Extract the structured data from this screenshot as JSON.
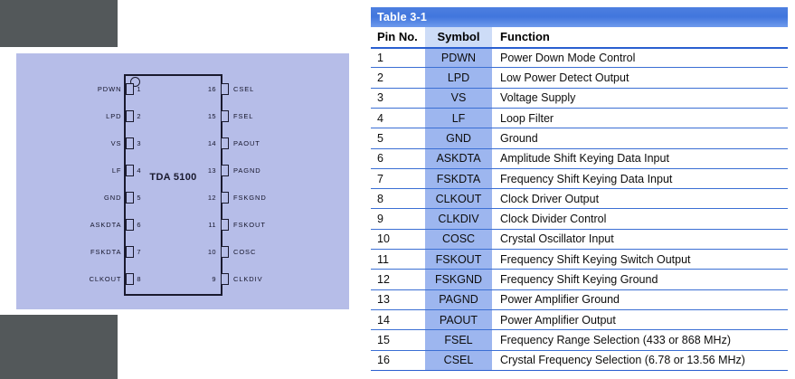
{
  "figure": {
    "chip_label": "TDA 5100",
    "pin1_marker": "pin1-indicator-circle",
    "left_pins": [
      {
        "num": "1",
        "name": "PDWN"
      },
      {
        "num": "2",
        "name": "LPD"
      },
      {
        "num": "3",
        "name": "VS"
      },
      {
        "num": "4",
        "name": "LF"
      },
      {
        "num": "5",
        "name": "GND"
      },
      {
        "num": "6",
        "name": "ASKDTA"
      },
      {
        "num": "7",
        "name": "FSKDTA"
      },
      {
        "num": "8",
        "name": "CLKOUT"
      }
    ],
    "right_pins": [
      {
        "num": "16",
        "name": "CSEL"
      },
      {
        "num": "15",
        "name": "FSEL"
      },
      {
        "num": "14",
        "name": "PAOUT"
      },
      {
        "num": "13",
        "name": "PAGND"
      },
      {
        "num": "12",
        "name": "FSKGND"
      },
      {
        "num": "11",
        "name": "FSKOUT"
      },
      {
        "num": "10",
        "name": "COSC"
      },
      {
        "num": "9",
        "name": "CLKDIV"
      }
    ],
    "colors": {
      "canvas": "#b6bde8",
      "outline": "#1a1a2e",
      "gutter": "#53585a"
    }
  },
  "table": {
    "title": "Table 3-1",
    "headers": {
      "pin": "Pin No.",
      "symbol": "Symbol",
      "function": "Function"
    },
    "colors": {
      "title_band": "#4176dd",
      "symbol_cell": "#9db6ef",
      "rule": "#3b6fd4"
    },
    "rows": [
      {
        "pin": "1",
        "symbol": "PDWN",
        "function": "Power Down Mode Control"
      },
      {
        "pin": "2",
        "symbol": "LPD",
        "function": "Low Power Detect Output"
      },
      {
        "pin": "3",
        "symbol": "VS",
        "function": "Voltage Supply"
      },
      {
        "pin": "4",
        "symbol": "LF",
        "function": "Loop Filter"
      },
      {
        "pin": "5",
        "symbol": "GND",
        "function": "Ground"
      },
      {
        "pin": "6",
        "symbol": "ASKDTA",
        "function": "Amplitude Shift Keying Data Input"
      },
      {
        "pin": "7",
        "symbol": "FSKDTA",
        "function": "Frequency Shift Keying Data Input"
      },
      {
        "pin": "8",
        "symbol": "CLKOUT",
        "function": "Clock Driver Output"
      },
      {
        "pin": "9",
        "symbol": "CLKDIV",
        "function": "Clock Divider Control"
      },
      {
        "pin": "10",
        "symbol": "COSC",
        "function": "Crystal Oscillator Input"
      },
      {
        "pin": "11",
        "symbol": "FSKOUT",
        "function": "Frequency Shift Keying Switch Output"
      },
      {
        "pin": "12",
        "symbol": "FSKGND",
        "function": "Frequency Shift Keying Ground"
      },
      {
        "pin": "13",
        "symbol": "PAGND",
        "function": "Power Amplifier Ground"
      },
      {
        "pin": "14",
        "symbol": "PAOUT",
        "function": "Power Amplifier Output"
      },
      {
        "pin": "15",
        "symbol": "FSEL",
        "function": "Frequency Range Selection (433 or 868 MHz)"
      },
      {
        "pin": "16",
        "symbol": "CSEL",
        "function": "Crystal Frequency Selection (6.78 or 13.56 MHz)"
      }
    ]
  }
}
